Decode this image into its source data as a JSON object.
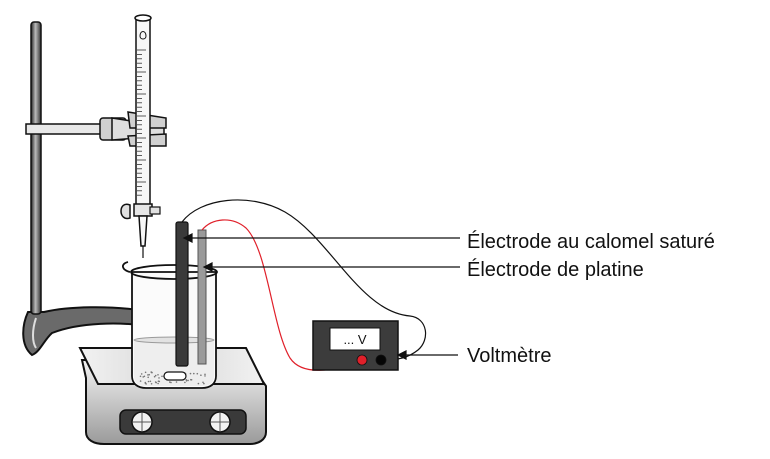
{
  "labels": {
    "calomel": "Électrode au calomel saturé",
    "platine": "Électrode de platine",
    "voltmetre": "Voltmètre"
  },
  "voltmeter": {
    "display": "... V"
  },
  "colors": {
    "red_wire": "#e0202a",
    "black_wire": "#111111",
    "calomel_electrode": "#3a3a3a",
    "platinum_electrode": "#9a9a9a",
    "voltmeter_body": "#3c3c3c"
  }
}
